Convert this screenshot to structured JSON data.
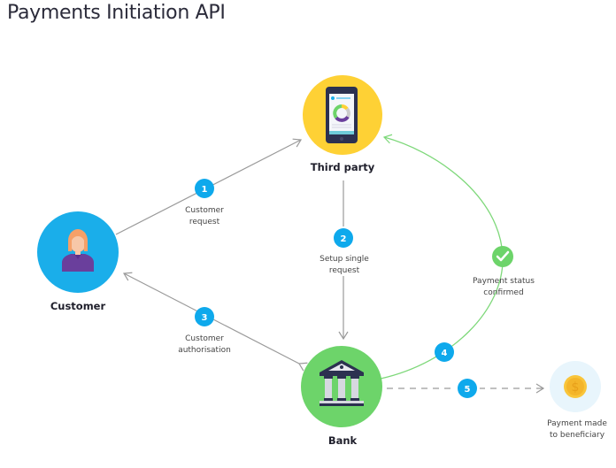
{
  "title": "Payments Initiation API",
  "colors": {
    "customer": "#1aaeea",
    "third_party": "#fed135",
    "bank": "#6dd46a",
    "coin_bg": "#e8f5fc",
    "coin": "#f9c53a",
    "badge": "#0ea9ec",
    "check": "#6dd46a",
    "arrow_gray": "#9a9a9a",
    "arrow_green": "#7ed87a"
  },
  "nodes": {
    "third_party": {
      "label": "Third party",
      "icon": "smartphone-chart-icon"
    },
    "customer": {
      "label": "Customer",
      "icon": "person-avatar-icon"
    },
    "bank": {
      "label": "Bank",
      "icon": "bank-building-icon"
    },
    "beneficiary": {
      "label_line1": "Payment made",
      "label_line2": "to beneficiary",
      "icon": "dollar-coin-icon"
    }
  },
  "steps": [
    {
      "number": "1",
      "line1": "Customer",
      "line2": "request"
    },
    {
      "number": "2",
      "line1": "Setup single",
      "line2": "request"
    },
    {
      "number": "3",
      "line1": "Customer",
      "line2": "authorisation"
    },
    {
      "number": "4",
      "line1": "",
      "line2": ""
    },
    {
      "number": "5",
      "line1": "",
      "line2": ""
    }
  ],
  "status": {
    "icon": "checkmark-icon",
    "line1": "Payment status",
    "line2": "confirmed"
  }
}
